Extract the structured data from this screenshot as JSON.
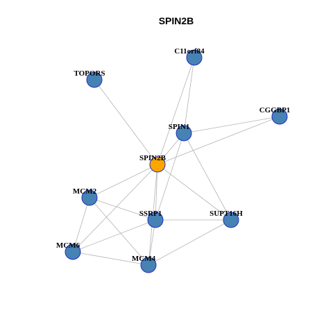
{
  "title": "SPIN2B",
  "colors": {
    "default_node": "#4682b4",
    "highlight_node": "#ffa500",
    "node_border": "#1f2fbf",
    "edge": "#b3b3b3"
  },
  "nodes": [
    {
      "id": "C11orf84",
      "label": "C11orf84",
      "highlight": false
    },
    {
      "id": "TOPORS",
      "label": "TOPORS",
      "highlight": false
    },
    {
      "id": "CGGBP1",
      "label": "CGGBP1",
      "highlight": false
    },
    {
      "id": "SPIN1",
      "label": "SPIN1",
      "highlight": false
    },
    {
      "id": "SPIN2B",
      "label": "SPIN2B",
      "highlight": true
    },
    {
      "id": "MCM2",
      "label": "MCM2",
      "highlight": false
    },
    {
      "id": "SSRP1",
      "label": "SSRP1",
      "highlight": false
    },
    {
      "id": "SUPT16H",
      "label": "SUPT16H",
      "highlight": false
    },
    {
      "id": "MCM6",
      "label": "MCM6",
      "highlight": false
    },
    {
      "id": "MCM4",
      "label": "MCM4",
      "highlight": false
    }
  ],
  "edges": [
    [
      "C11orf84",
      "SPIN1"
    ],
    [
      "C11orf84",
      "SPIN2B"
    ],
    [
      "TOPORS",
      "SPIN2B"
    ],
    [
      "CGGBP1",
      "SPIN1"
    ],
    [
      "CGGBP1",
      "SPIN2B"
    ],
    [
      "SPIN1",
      "SPIN2B"
    ],
    [
      "SPIN1",
      "SUPT16H"
    ],
    [
      "SPIN1",
      "SSRP1"
    ],
    [
      "SPIN2B",
      "MCM2"
    ],
    [
      "SPIN2B",
      "SSRP1"
    ],
    [
      "SPIN2B",
      "SUPT16H"
    ],
    [
      "SPIN2B",
      "MCM6"
    ],
    [
      "SPIN2B",
      "MCM4"
    ],
    [
      "MCM2",
      "SSRP1"
    ],
    [
      "MCM2",
      "MCM6"
    ],
    [
      "MCM2",
      "MCM4"
    ],
    [
      "SSRP1",
      "SUPT16H"
    ],
    [
      "SSRP1",
      "MCM6"
    ],
    [
      "SSRP1",
      "MCM4"
    ],
    [
      "SUPT16H",
      "MCM4"
    ],
    [
      "MCM6",
      "MCM4"
    ]
  ]
}
